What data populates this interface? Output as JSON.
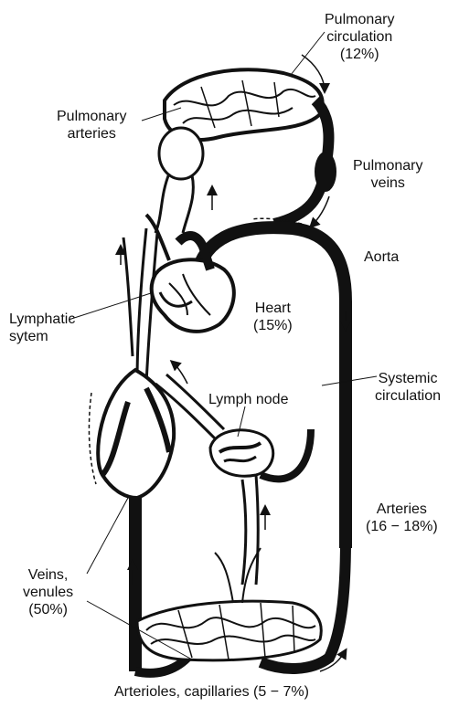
{
  "labels": {
    "pulmonary_circulation": {
      "line1": "Pulmonary",
      "line2": "circulation",
      "line3": "(12%)"
    },
    "pulmonary_arteries": {
      "line1": "Pulmonary",
      "line2": "arteries"
    },
    "pulmonary_veins": {
      "line1": "Pulmonary",
      "line2": "veins"
    },
    "aorta": "Aorta",
    "lymphatic_system": {
      "line1": "Lymphatic",
      "line2": "sytem"
    },
    "heart": {
      "line1": "Heart",
      "line2": "(15%)"
    },
    "systemic_circulation": {
      "line1": "Systemic",
      "line2": "circulation"
    },
    "lymph_node": "Lymph node",
    "arteries": {
      "line1": "Arteries",
      "line2": "(16 − 18%)"
    },
    "veins_venules": {
      "line1": "Veins,",
      "line2": "venules",
      "line3": "(50%)"
    },
    "arterioles_capillaries": "Arterioles, capillaries (5 − 7%)"
  },
  "colors": {
    "ink": "#111111",
    "vessel_fill": "#ffffff",
    "background": "#ffffff"
  }
}
